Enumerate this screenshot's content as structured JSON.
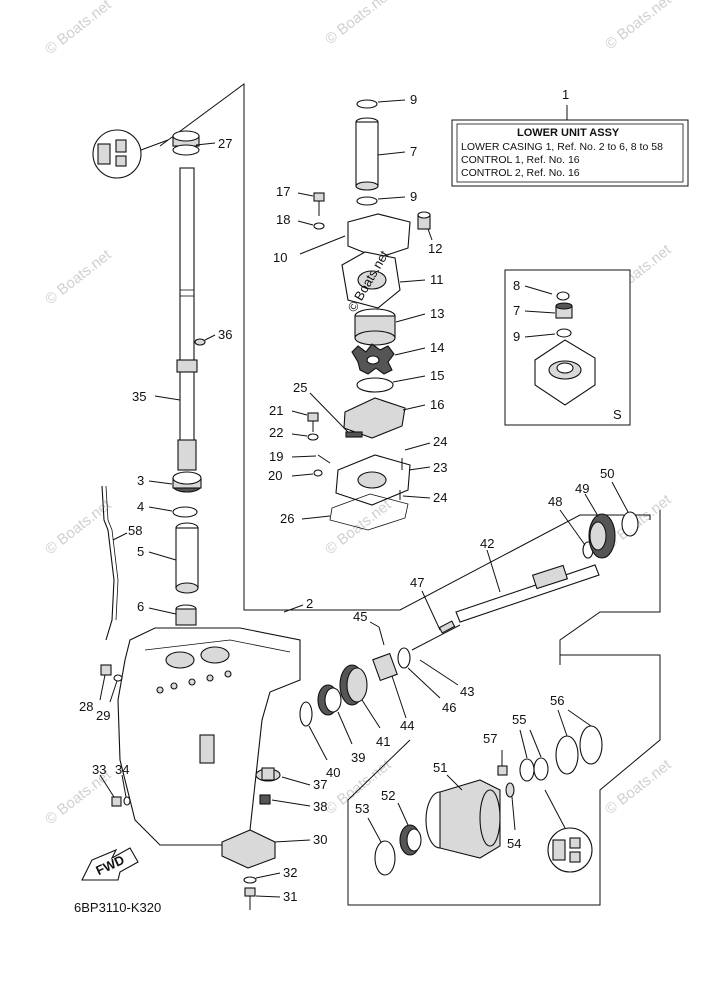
{
  "watermark": "© Boats.net",
  "center_watermark": "© Boats.net",
  "diagram_code": "6BP3110-K320",
  "fwd_label": "FWD",
  "info_box": {
    "number": "1",
    "title": "LOWER UNIT ASSY",
    "lines": [
      "LOWER CASING 1,  Ref. No. 2 to 6, 8 to 58",
      "CONTROL 1,  Ref. No. 16",
      "CONTROL 2,  Ref. No. 16"
    ]
  },
  "inset": {
    "letter": "S",
    "callouts": [
      "8",
      "7",
      "9"
    ]
  },
  "callouts": {
    "c2": "2",
    "c3": "3",
    "c4": "4",
    "c5": "5",
    "c6": "6",
    "c7": "7",
    "c9a": "9",
    "c9b": "9",
    "c10": "10",
    "c11": "11",
    "c12": "12",
    "c13": "13",
    "c14": "14",
    "c15": "15",
    "c16": "16",
    "c17": "17",
    "c18": "18",
    "c19": "19",
    "c20": "20",
    "c21": "21",
    "c22": "22",
    "c23": "23",
    "c24a": "24",
    "c24b": "24",
    "c25": "25",
    "c26": "26",
    "c27": "27",
    "c28": "28",
    "c29": "29",
    "c30": "30",
    "c31": "31",
    "c32": "32",
    "c33": "33",
    "c34": "34",
    "c35": "35",
    "c36": "36",
    "c37": "37",
    "c38": "38",
    "c39": "39",
    "c40": "40",
    "c41": "41",
    "c42": "42",
    "c43": "43",
    "c44": "44",
    "c45": "45",
    "c46": "46",
    "c47": "47",
    "c48": "48",
    "c49": "49",
    "c50": "50",
    "c51": "51",
    "c52": "52",
    "c53": "53",
    "c54": "54",
    "c55": "55",
    "c56": "56",
    "c57": "57",
    "c58": "58"
  }
}
